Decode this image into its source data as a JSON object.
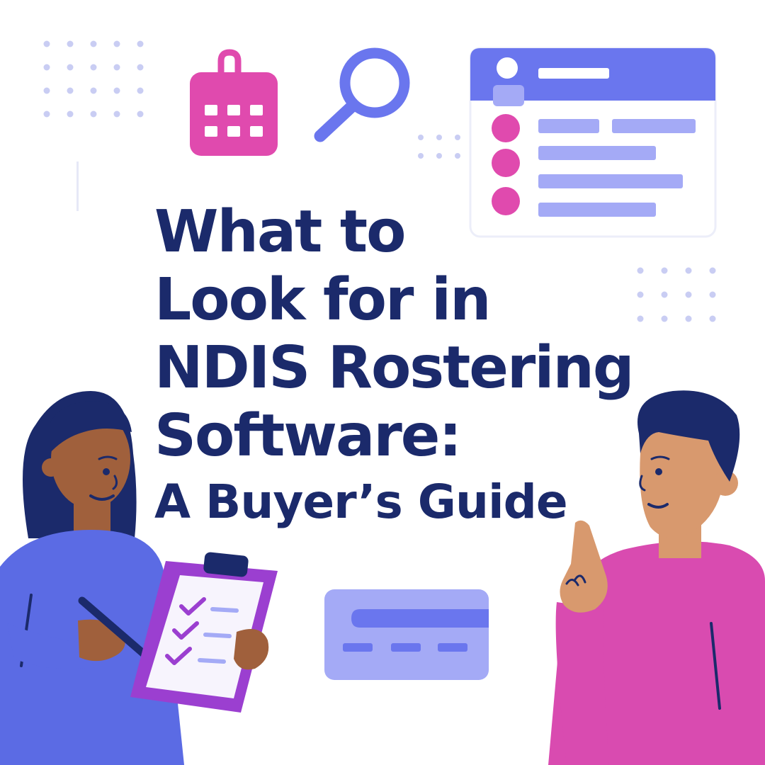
{
  "headline": {
    "line1": "What to",
    "line2": "Look for in",
    "line3": "NDIS Rostering",
    "line4": "Software:",
    "line5": "A Buyer’s Guide"
  },
  "icons": {
    "calendar": "calendar-icon",
    "search": "magnifying-glass-icon",
    "profile_card": "profile-card-icon",
    "payment_card": "credit-card-icon",
    "clipboard": "checklist-clipboard-icon",
    "pen": "pen-icon"
  },
  "colors": {
    "title": "#1b2a6b",
    "navy": "#1b2a6b",
    "accent_blue": "#6a76ee",
    "light_blue": "#a4aaf6",
    "pink": "#e04aae",
    "purple": "#9b3fd0",
    "skin_woman": "#a0603c",
    "skin_man": "#d8996e",
    "woman_shirt": "#5b6be4",
    "man_shirt": "#d94bb0",
    "dots": "#c9cdf3"
  },
  "checklist": {
    "checked_items": 3,
    "total_items": 3
  }
}
